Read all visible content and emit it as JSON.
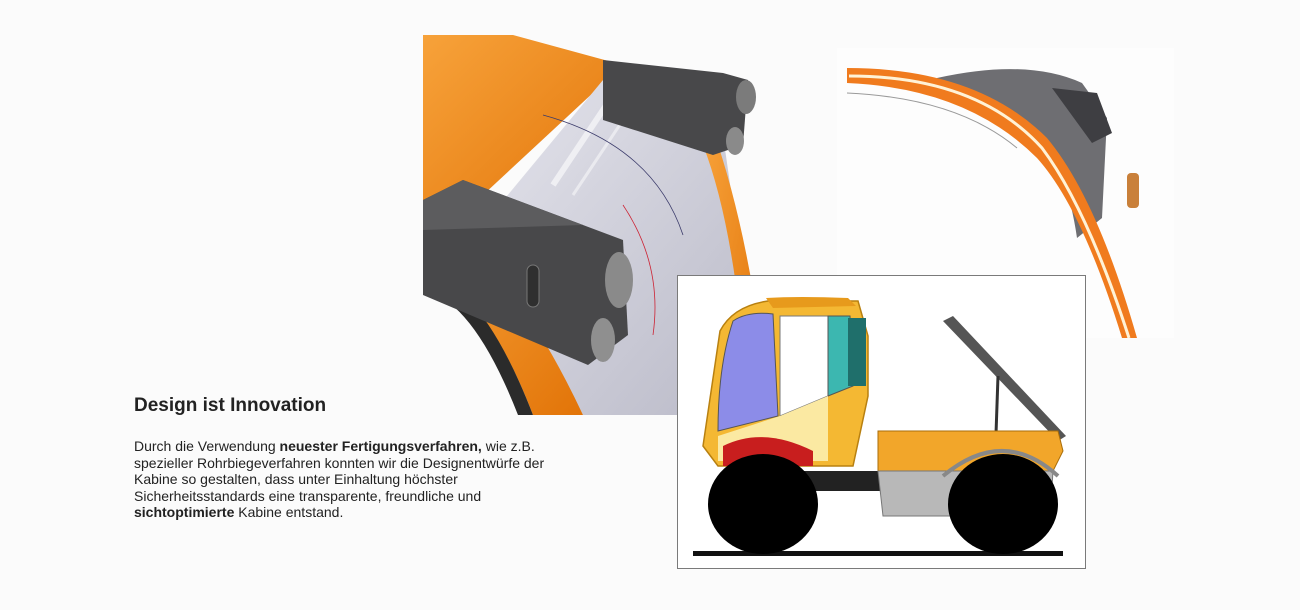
{
  "section": {
    "title": "Design ist Innovation",
    "paragraph": {
      "p1": "Durch die Verwendung  ",
      "b1": "neuester Fertigungsverfahren,",
      "p2": " wie z.B.  spezieller Rohrbiegeverfahren konnten wir die Designentwürfe der Kabine so gestalten, dass unter Einhaltung höchster Sicherheitsstandards eine transparente, freundliche und ",
      "b2": "sichtoptimierte",
      "p3": " Kabine entstand."
    }
  },
  "images": {
    "render": "cab-roof-3d-render",
    "sketch": "cab-roof-marker-sketch",
    "drawing": "vehicle-side-view-drawing"
  },
  "colors": {
    "orange": "#f08a12",
    "dark_grey": "#4a4a4c",
    "glass": "#c9c9d6",
    "cab_yellow": "#f4b833",
    "red": "#c81e1e",
    "window_blue": "#8c8ce8",
    "teal": "#3cb7b0"
  }
}
